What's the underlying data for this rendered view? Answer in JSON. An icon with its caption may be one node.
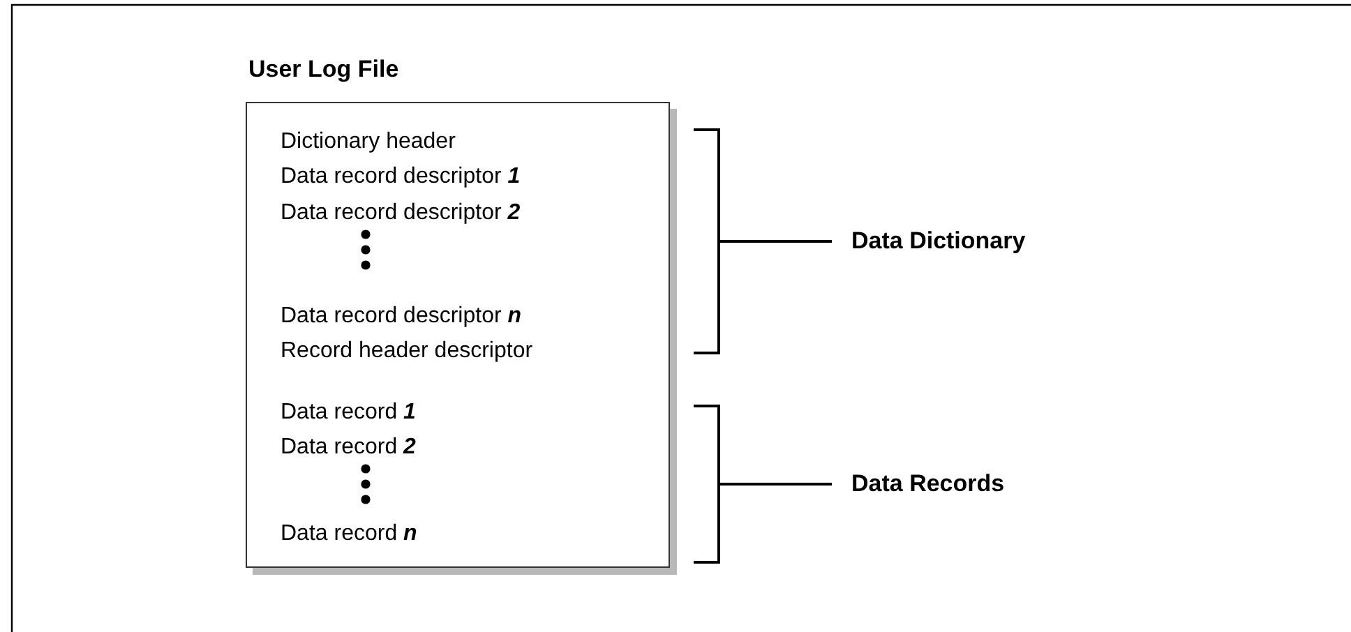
{
  "diagram": {
    "nodes": [
      {
        "text": [
          "User Log File",
          "Dictionary header",
          "Data record descriptor *1*",
          "Data record descriptor *2*",
          "Data record descriptor *n*",
          "Record header descriptor",
          "Data record *1*",
          "Data record *2*",
          "Data record *n*"
        ]
      }
    ],
    "labels": [
      "Data Dictionary",
      "Data Records"
    ]
  }
}
